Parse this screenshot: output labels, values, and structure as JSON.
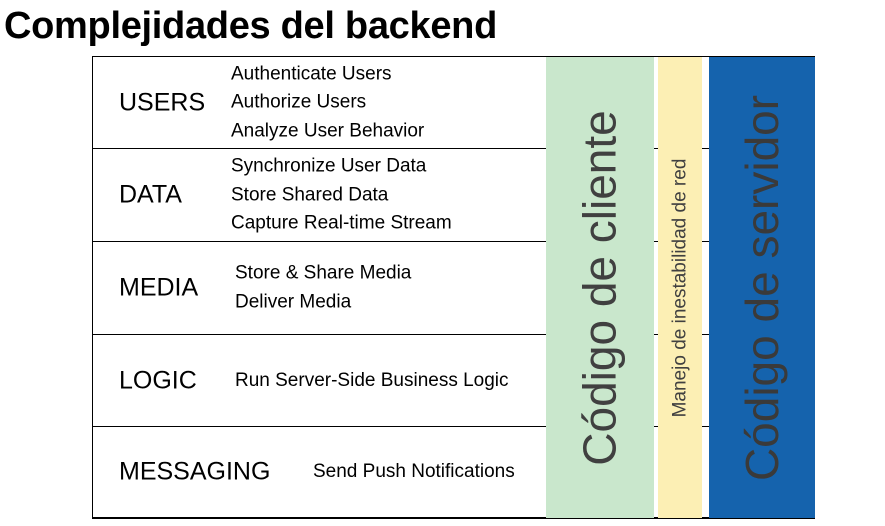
{
  "title": "Complejidades del backend",
  "rows": [
    {
      "category": "USERS",
      "items": [
        "Authenticate Users",
        "Authorize Users",
        "Analyze User Behavior"
      ]
    },
    {
      "category": "DATA",
      "items": [
        "Synchronize User Data",
        "Store Shared Data",
        "Capture Real-time Stream"
      ]
    },
    {
      "category": "MEDIA",
      "items": [
        "Store & Share Media",
        "Deliver Media"
      ]
    },
    {
      "category": "LOGIC",
      "items": [
        "Run Server-Side Business Logic"
      ]
    },
    {
      "category": "MESSAGING",
      "items": [
        "Send Push Notifications"
      ]
    }
  ],
  "bands": {
    "client": {
      "label": "Código de cliente",
      "color": "#c9e7cc"
    },
    "network": {
      "label": "Manejo de inestabilidad de red",
      "color": "#fcefb4"
    },
    "server": {
      "label": "Código de servidor",
      "color": "#1563ad"
    }
  }
}
